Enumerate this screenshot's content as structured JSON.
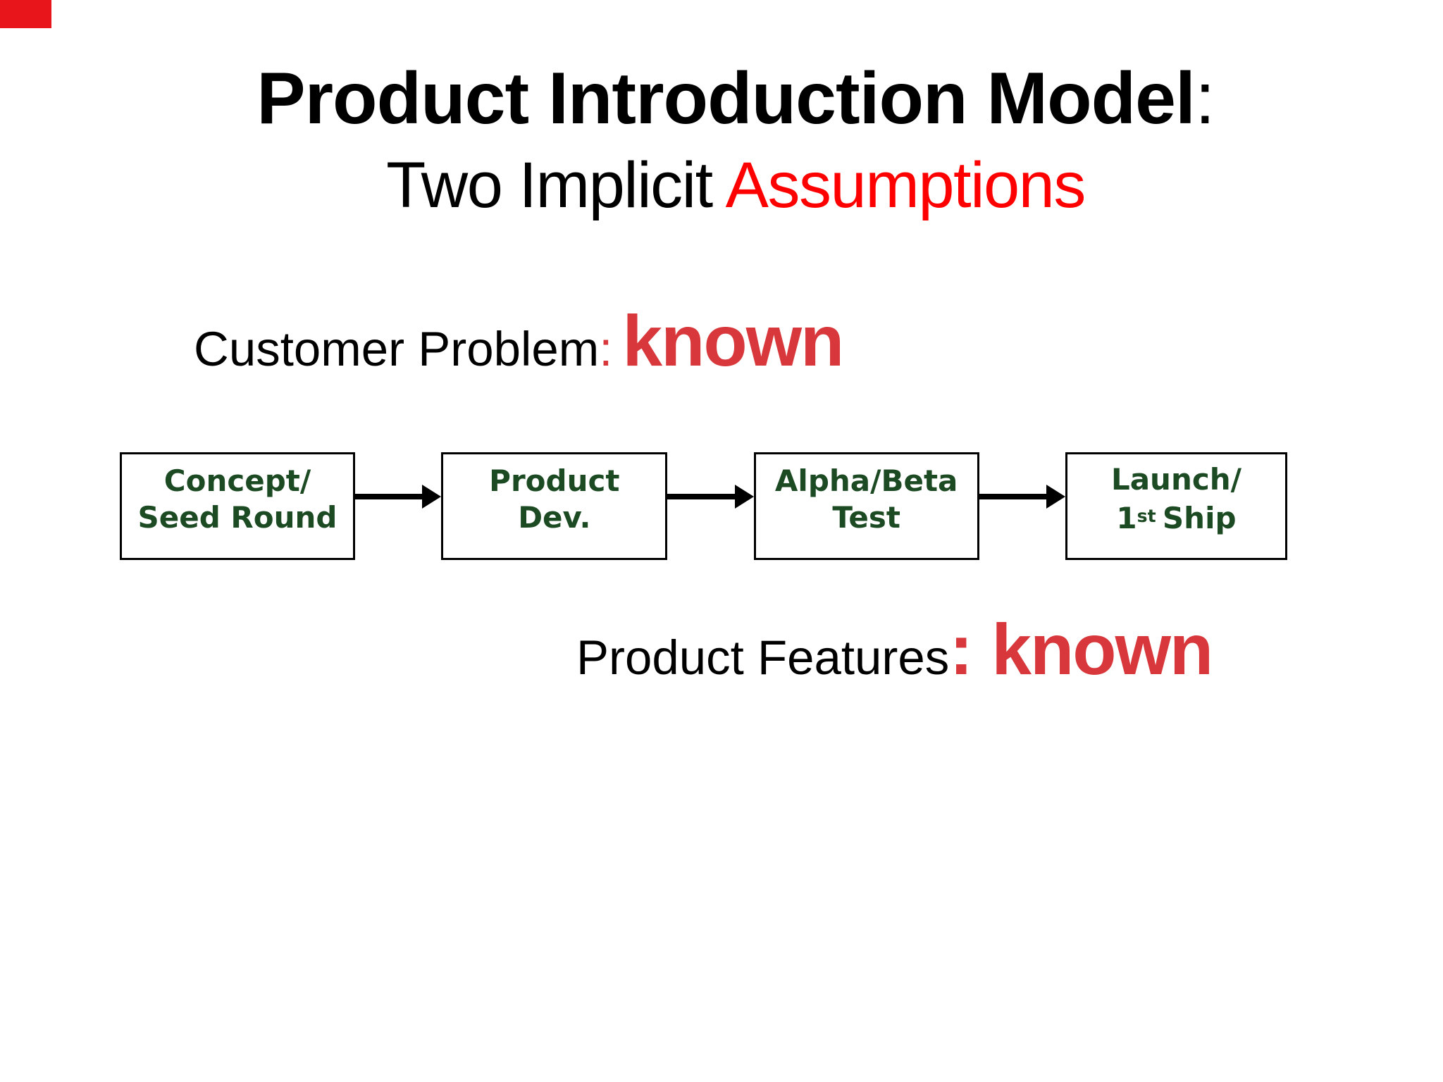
{
  "title": {
    "text": "Product Introduction Model",
    "colon": ":"
  },
  "subtitle": {
    "prefix": "Two Implicit ",
    "highlight": "Assumptions"
  },
  "assumption_top": {
    "label": "Customer Problem",
    "colon": ":",
    "value": "known"
  },
  "assumption_bottom": {
    "label": "Product Features",
    "colon": ":",
    "value": "known"
  },
  "flow": {
    "boxes": [
      {
        "line1": "Concept/",
        "line2": "Seed Round"
      },
      {
        "line1": "Product",
        "line2": "Dev."
      },
      {
        "line1": "Alpha/Beta",
        "line2": "Test"
      },
      {
        "line1": "Launch/",
        "line2_num": "1",
        "line2_sup": "st",
        "line2_rest": "Ship"
      }
    ]
  },
  "colors": {
    "background": "#ffffff",
    "text_black": "#000000",
    "border_black": "#000000",
    "title_highlight_red": "#ff0000",
    "known_red": "#d8383b",
    "box_green": "#1c4a23",
    "corner_red": "#e8151b"
  }
}
